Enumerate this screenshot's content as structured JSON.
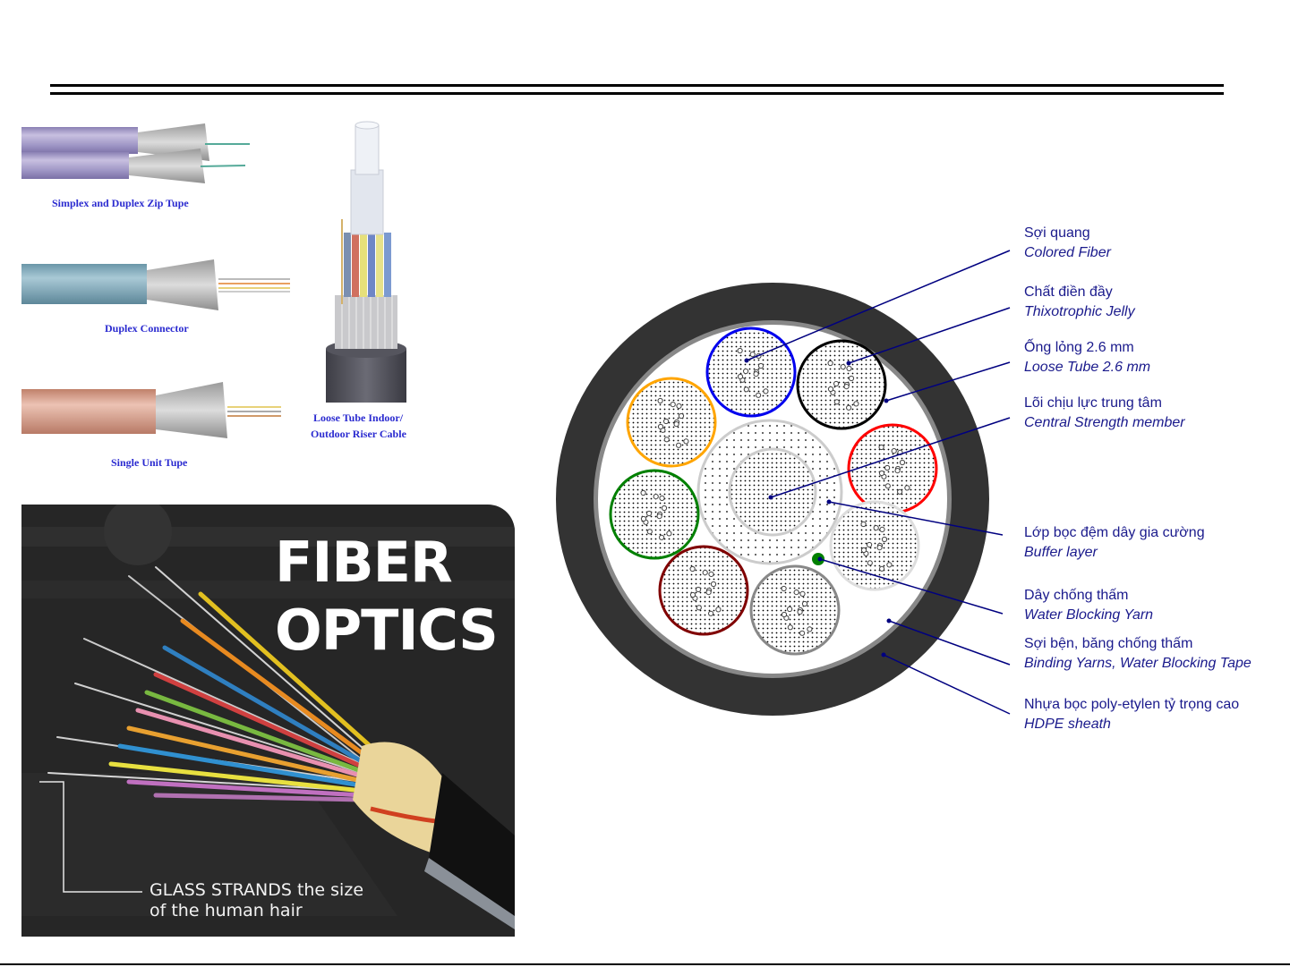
{
  "left_panel": {
    "cable_types": [
      {
        "caption": "Simplex and Duplex Zip Tupe",
        "jacket_color": "#9c93c0"
      },
      {
        "caption": "Duplex Connector",
        "jacket_color": "#7fa7b6"
      },
      {
        "caption": "Single Unit Tupe",
        "jacket_color": "#d2a08e"
      }
    ],
    "riser_cable": {
      "caption_line1": "Loose Tube Indoor/",
      "caption_line2": "Outdoor Riser Cable"
    },
    "fiber_optics_poster": {
      "title_line1": "FIBER",
      "title_line2": "OPTICS",
      "caption_line1": "GLASS STRANDS the size",
      "caption_line2": "of the human hair"
    }
  },
  "cross_section": {
    "tube_colors": [
      "#0000ee",
      "#000000",
      "#ff0000",
      "#dddddd",
      "#888888",
      "#800000",
      "#008000",
      "#ffa500"
    ],
    "sheath_color": "#333333",
    "tape_color": "#888888",
    "yarn_color": "#008000",
    "leader_color": "#000080",
    "labels": [
      {
        "vi": "Sợi quang",
        "en": "Colored Fiber"
      },
      {
        "vi": "Chất điền đầy",
        "en": "Thixotrophic Jelly"
      },
      {
        "vi": "Ống lỏng 2.6 mm",
        "en": "Loose Tube 2.6 mm"
      },
      {
        "vi": "Lõi chịu lực trung tâm",
        "en": "Central Strength member"
      },
      {
        "vi": "Lớp bọc đệm dây gia cường",
        "en": "Buffer layer"
      },
      {
        "vi": "Dây chống thấm",
        "en": "Water Blocking Yarn"
      },
      {
        "vi": "Sợi bện, băng chống thấm",
        "en": "Binding Yarns, Water Blocking Tape"
      },
      {
        "vi": "Nhựa bọc poly-etylen tỷ trọng cao",
        "en": "HDPE sheath"
      }
    ]
  }
}
